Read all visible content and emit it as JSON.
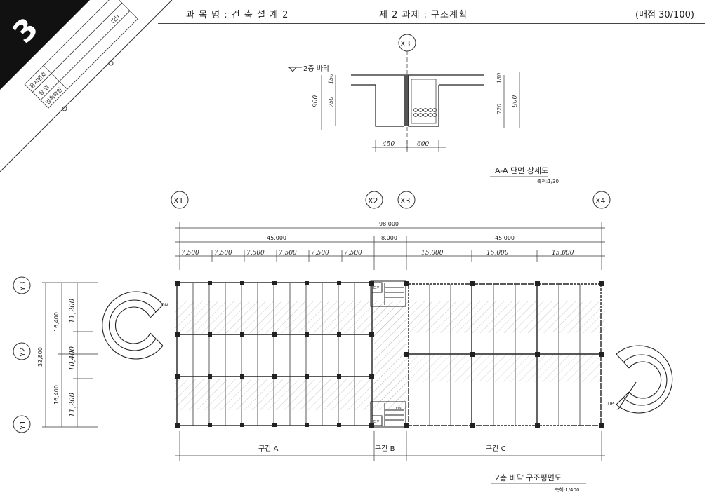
{
  "header": {
    "course": "과 목 명 : 건 축 설 계 2",
    "assignment": "제 2 과제 : 구조계획",
    "score": "(배점 30/100)"
  },
  "corner": {
    "number": "3",
    "exam_no_label": "응시번호",
    "name_label": "성  명",
    "supervisor_label": "감독확인",
    "seal": "(인)"
  },
  "section": {
    "grid_label": "X3",
    "floor_label": "2층 바닥",
    "dims_left": [
      "900",
      "150",
      "750"
    ],
    "dims_right": [
      "180",
      "720",
      "900"
    ],
    "dims_bottom": [
      "450",
      "600"
    ],
    "title": "A-A 단면 상세도",
    "scale": "축척:1/30"
  },
  "plan": {
    "grid_x": [
      "X1",
      "X2",
      "X3",
      "X4"
    ],
    "grid_y": [
      "Y3",
      "Y2",
      "Y1"
    ],
    "overall": "98,000",
    "span_a": "45,000",
    "span_b": "8,000",
    "span_c": "45,000",
    "bays_a": [
      "7,500",
      "7,500",
      "7,500",
      "7,500",
      "7,500",
      "7,500"
    ],
    "bays_c": [
      "15,000",
      "15,000",
      "15,000"
    ],
    "left_total": "32,800",
    "left_upper": "16,400",
    "left_lower": "16,400",
    "left_bays": [
      "11,200",
      "10,400",
      "11,200"
    ],
    "dn_label": "DN",
    "up_label": "UP",
    "ev_label": "E.V",
    "dn_small": "DN",
    "zone_a": "구간  A",
    "zone_b": "구간  B",
    "zone_c": "구간  C",
    "title": "2층 바닥 구조평면도",
    "scale": "축척:1/400"
  }
}
